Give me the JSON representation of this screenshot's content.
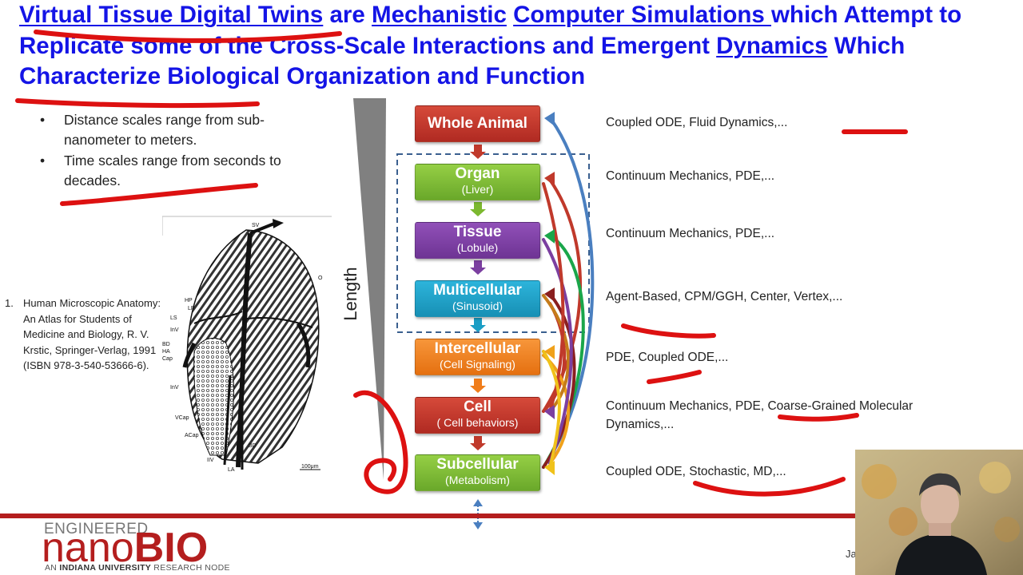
{
  "title": {
    "part1": "Virtual Tissue Digital Twins",
    "part2": " are ",
    "part3": "Mechanistic",
    "part4": " ",
    "part5": "Computer Simulations ",
    "part6": "which Attempt to Replicate some of the Cross-Scale Interactions and Emergent ",
    "part7": "Dynamics",
    "part8": " Which Characterize Biological Organization and Function"
  },
  "bullets": [
    "Distance scales range from sub-nanometer to meters.",
    "Time scales range from seconds to decades."
  ],
  "reference": {
    "number": "1.",
    "text": "Human Microscopic Anatomy: An Atlas for Students of Medicine and Biology, R. V. Krstic, Springer-Verlag, 1991 (ISBN 978-3-540-53666-6)."
  },
  "illustration": {
    "labels": [
      "SV",
      "O",
      "HP",
      "LP",
      "LS",
      "InV",
      "BD",
      "HA",
      "Cap",
      "InV",
      "VCap",
      "ACap",
      "BD",
      "IIV",
      "LA"
    ],
    "scale": "100μm"
  },
  "length_label": "Length",
  "scales": [
    {
      "title": "Whole Animal",
      "sub": "",
      "color": "#c0392b",
      "method": "Coupled ODE, Fluid Dynamics,..."
    },
    {
      "title": "Organ",
      "sub": "(Liver)",
      "color": "#7cb82f",
      "method": "Continuum Mechanics, PDE,..."
    },
    {
      "title": "Tissue",
      "sub": "(Lobule)",
      "color": "#7b3fa0",
      "method": "Continuum Mechanics, PDE,..."
    },
    {
      "title": "Multicellular",
      "sub": "(Sinusoid)",
      "color": "#1a9ec5",
      "method": "Agent-Based, CPM/GGH, Center, Vertex,..."
    },
    {
      "title": "Intercellular",
      "sub": "(Cell Signaling)",
      "color": "#f07d1a",
      "method": "PDE, Coupled ODE,..."
    },
    {
      "title": "Cell",
      "sub": "( Cell behaviors)",
      "color": "#c0392b",
      "method": "Continuum Mechanics, PDE, Coarse-Grained Molecular Dynamics,..."
    },
    {
      "title": "Subcellular",
      "sub": "(Metabolism)",
      "color": "#7cb82f",
      "method": "Coupled ODE, Stochastic, MD,..."
    }
  ],
  "logo": {
    "line1": "ENGINEERED",
    "nano": "nano",
    "bio": "BIO",
    "line3_a": "AN ",
    "line3_b": "INDIANA UNIVERSITY",
    "line3_c": " RESEARCH NODE"
  },
  "footer_text": "Ja"
}
